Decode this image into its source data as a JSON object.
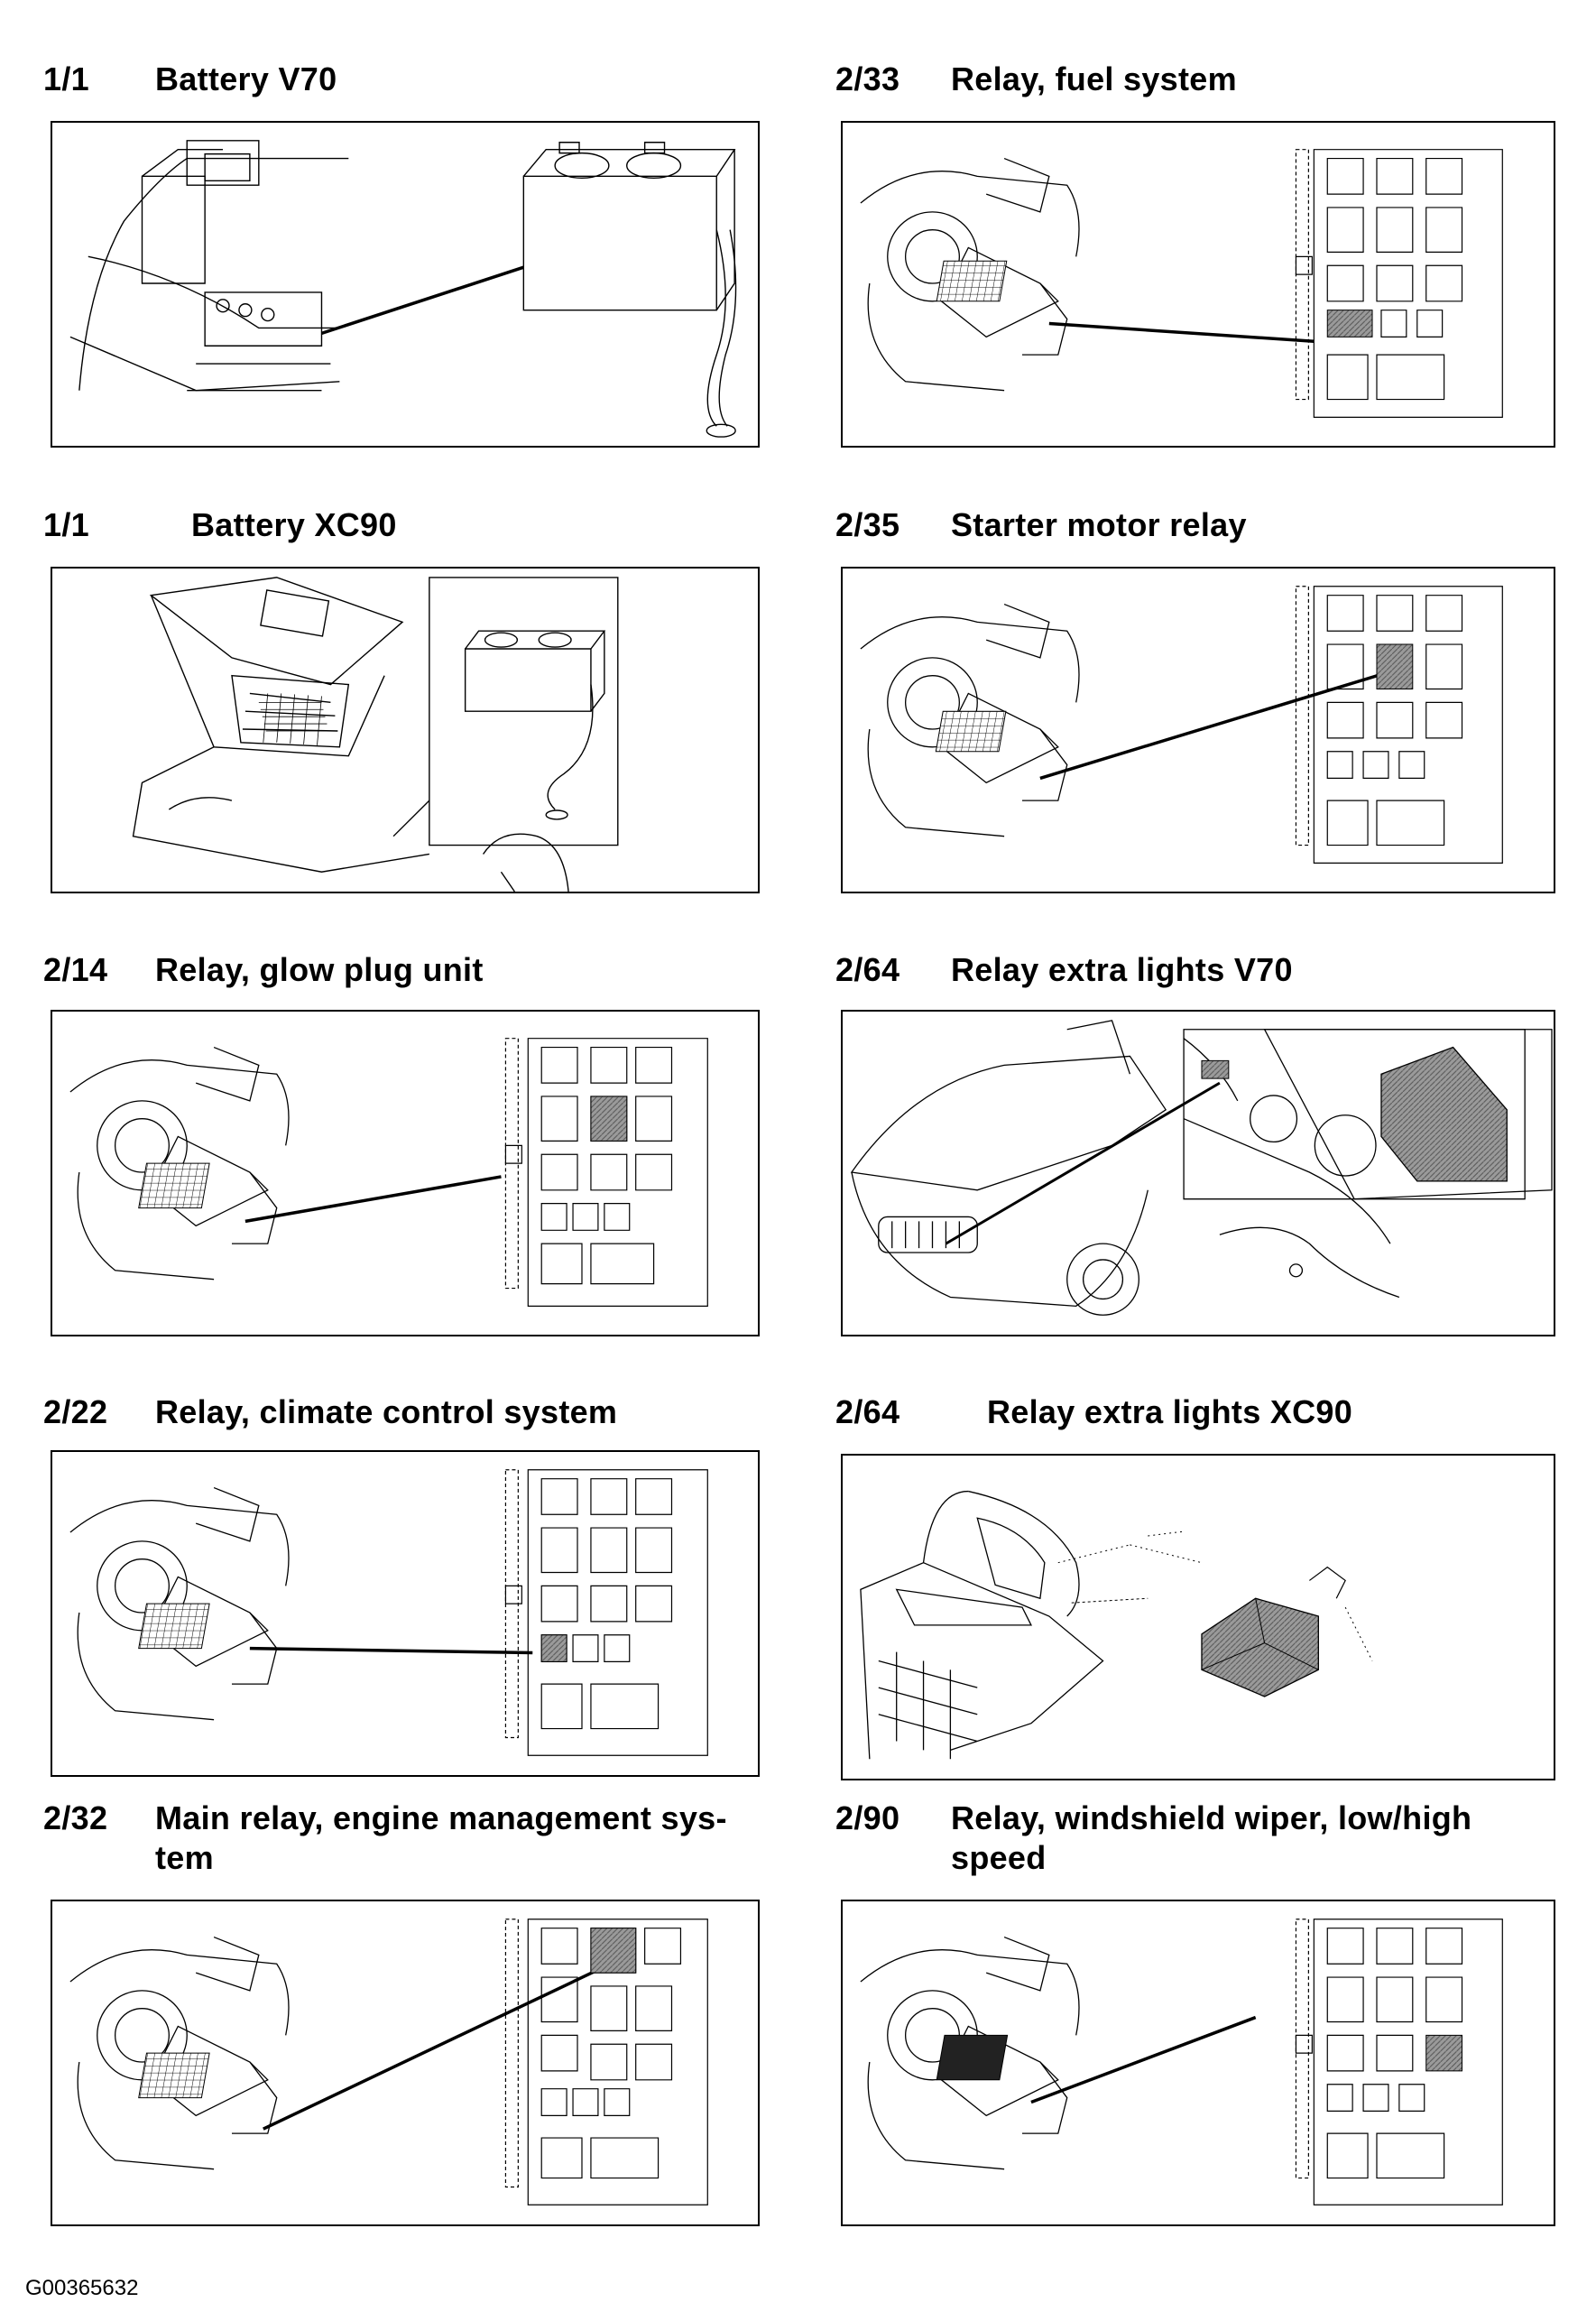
{
  "document_code": "G00365632",
  "sections": [
    {
      "number": "1/1",
      "title": "Battery V70"
    },
    {
      "number": "2/33",
      "title": "Relay, fuel system"
    },
    {
      "number": "1/1",
      "title": "Battery XC90"
    },
    {
      "number": "2/35",
      "title": "Starter motor relay"
    },
    {
      "number": "2/14",
      "title": "Relay, glow plug unit"
    },
    {
      "number": "2/64",
      "title": "Relay extra lights V70"
    },
    {
      "number": "2/22",
      "title": "Relay, climate control system"
    },
    {
      "number": "2/64",
      "title": "Relay extra lights XC90"
    },
    {
      "number": "2/32",
      "title": "Main relay, engine management sys-\ntem"
    },
    {
      "number": "2/90",
      "title": "Relay, windshield wiper, low/high\nspeed"
    }
  ]
}
